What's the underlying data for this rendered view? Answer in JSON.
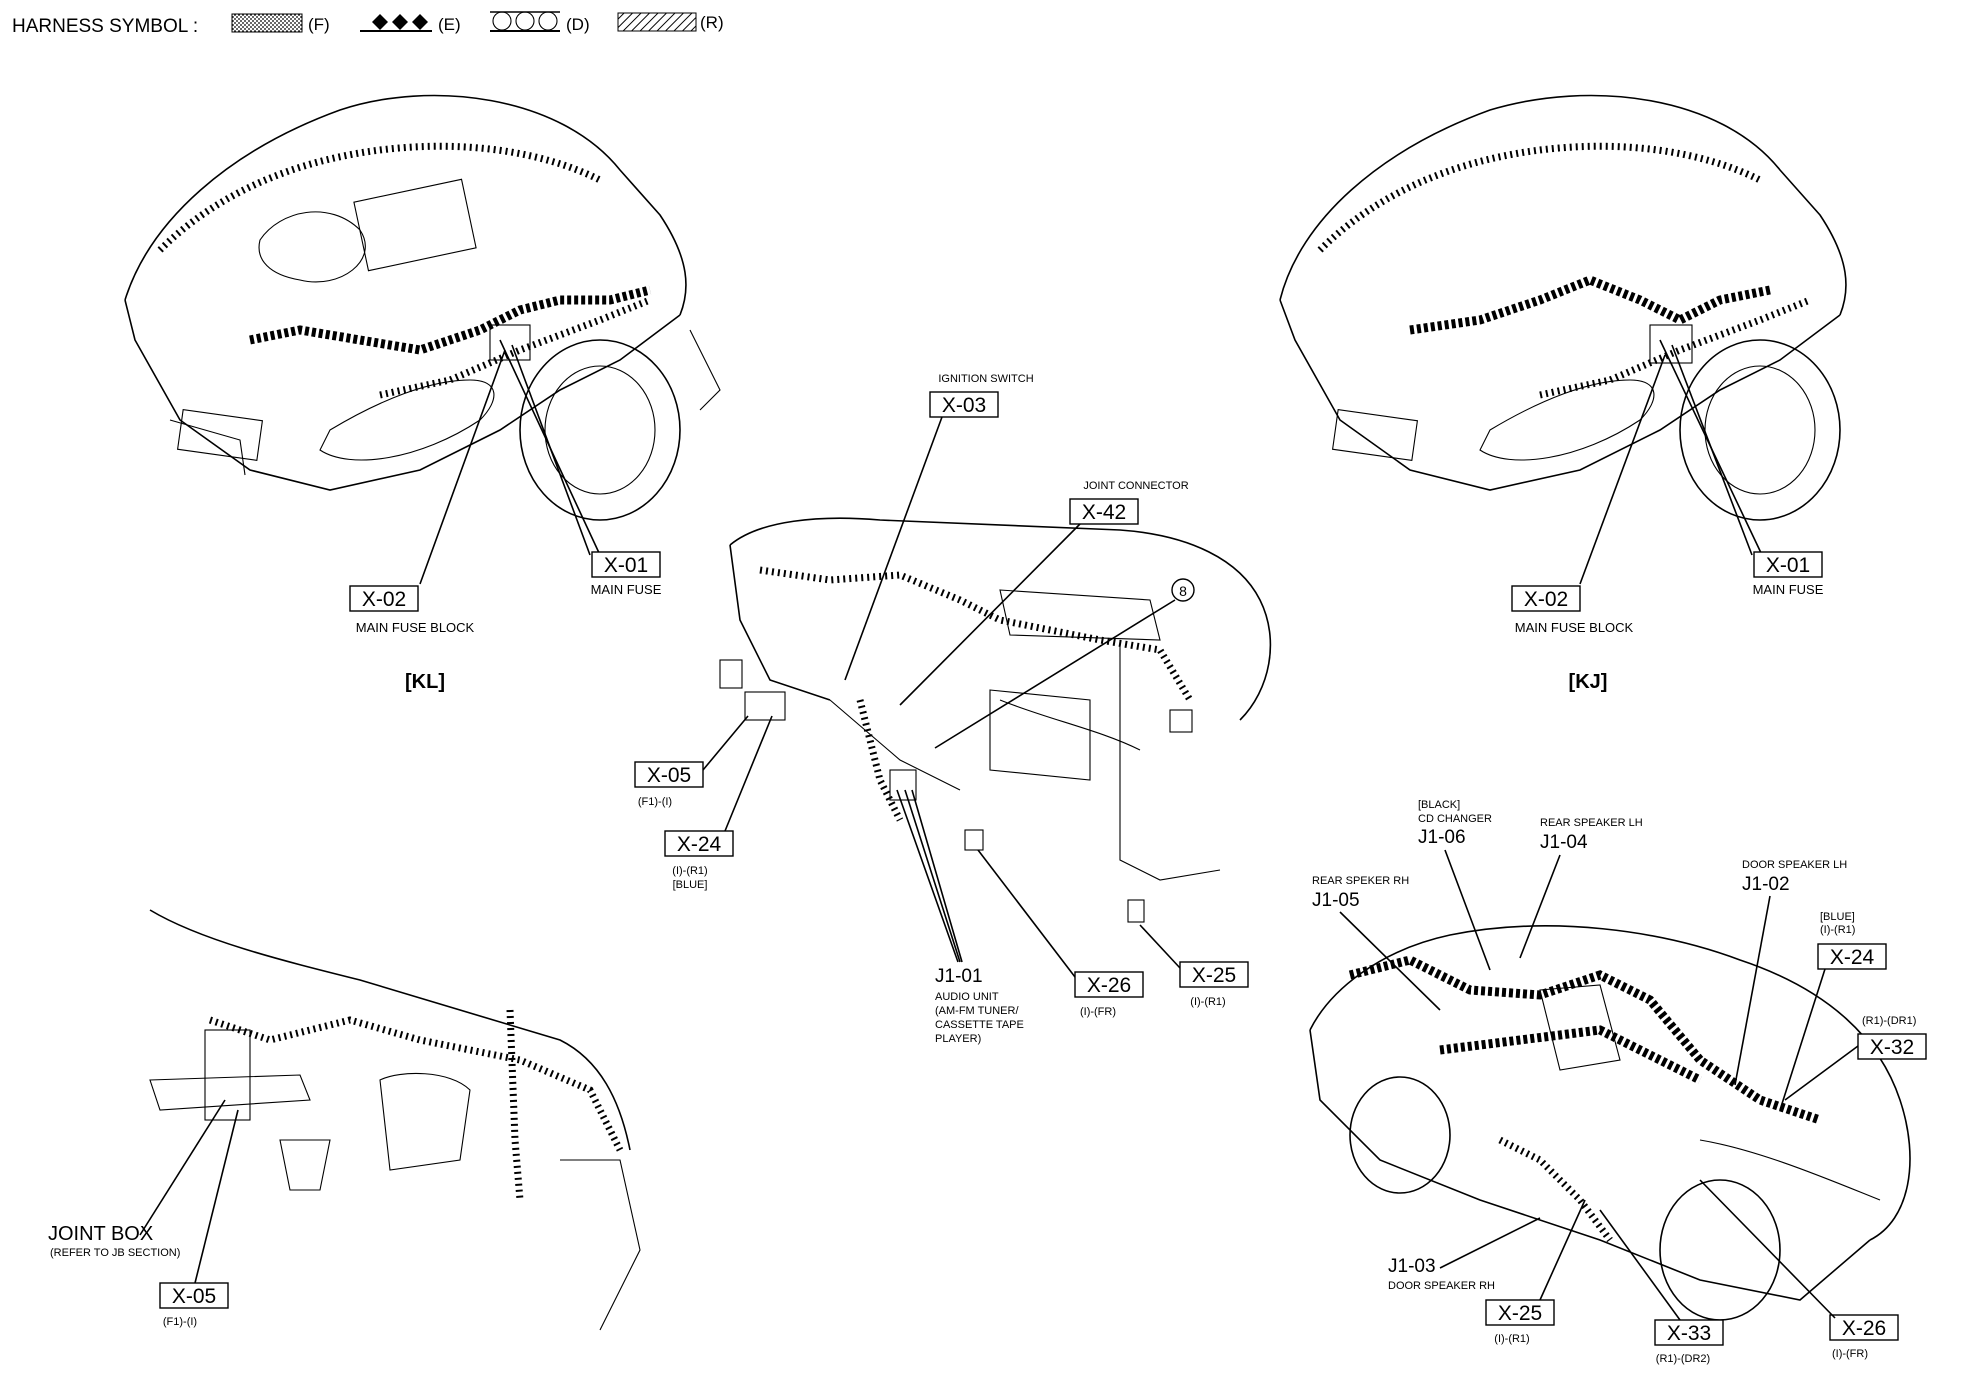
{
  "header": {
    "title": "HARNESS SYMBOL :",
    "symbols": [
      {
        "code": "(F)",
        "style": "dotted"
      },
      {
        "code": "(E)",
        "style": "diamond"
      },
      {
        "code": "(D)",
        "style": "circle"
      },
      {
        "code": "(R)",
        "style": "hatched"
      }
    ]
  },
  "views": {
    "kl": {
      "title": "[KL]",
      "x01": {
        "id": "X-01",
        "caption": "MAIN FUSE"
      },
      "x02": {
        "id": "X-02",
        "caption": "MAIN FUSE BLOCK"
      }
    },
    "kj": {
      "title": "[KJ]",
      "x01": {
        "id": "X-01",
        "caption": "MAIN FUSE"
      },
      "x02": {
        "id": "X-02",
        "caption": "MAIN FUSE BLOCK"
      }
    },
    "dash": {
      "x03": {
        "id": "X-03",
        "caption": "IGNITION SWITCH"
      },
      "x42": {
        "id": "X-42",
        "caption": "JOINT CONNECTOR"
      },
      "ground": {
        "id": "8"
      },
      "x05": {
        "id": "X-05",
        "code": "(F1)-(I)"
      },
      "x24": {
        "id": "X-24",
        "code": "(I)-(R1)",
        "color": "[BLUE]"
      },
      "j101": {
        "id": "J1-01",
        "lines": [
          "AUDIO UNIT",
          "(AM-FM TUNER/",
          "CASSETTE TAPE",
          "PLAYER)"
        ]
      },
      "x26": {
        "id": "X-26",
        "code": "(I)-(FR)"
      },
      "x25": {
        "id": "X-25",
        "code": "(I)-(R1)"
      }
    },
    "jb": {
      "title": "JOINT BOX",
      "note": "(REFER TO JB SECTION)",
      "x05": {
        "id": "X-05",
        "code": "(F1)-(I)"
      }
    },
    "body": {
      "j106": {
        "id": "J1-06",
        "color": "[BLACK]",
        "caption": "CD CHANGER"
      },
      "j104": {
        "id": "J1-04",
        "caption": "REAR SPEAKER LH"
      },
      "j105": {
        "id": "J1-05",
        "caption": "REAR SPEKER RH"
      },
      "j102": {
        "id": "J1-02",
        "caption": "DOOR SPEAKER LH"
      },
      "x24": {
        "id": "X-24",
        "color": "[BLUE]",
        "code": "(I)-(R1)"
      },
      "x32": {
        "id": "X-32",
        "code": "(R1)-(DR1)"
      },
      "j103": {
        "id": "J1-03",
        "caption": "DOOR SPEAKER RH"
      },
      "x25": {
        "id": "X-25",
        "code": "(I)-(R1)"
      },
      "x33": {
        "id": "X-33",
        "code": "(R1)-(DR2)"
      },
      "x26": {
        "id": "X-26",
        "code": "(I)-(FR)"
      }
    }
  }
}
